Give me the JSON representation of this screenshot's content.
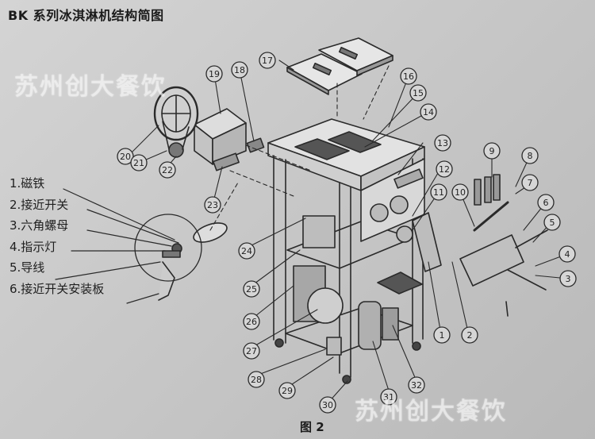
{
  "title": "BK 系列冰淇淋机结构简图",
  "watermark": "苏州创大餐饮",
  "figure_caption": "图 2",
  "legend": [
    "1.磁铁",
    "2.接近开关",
    "3.六角螺母",
    "4.指示灯",
    "5.导线",
    "6.接近开关安装板"
  ],
  "callouts": [
    "1",
    "2",
    "3",
    "4",
    "5",
    "6",
    "7",
    "8",
    "9",
    "10",
    "11",
    "12",
    "13",
    "14",
    "15",
    "16",
    "17",
    "18",
    "19",
    "20",
    "21",
    "22",
    "23",
    "24",
    "25",
    "26",
    "27",
    "28",
    "29",
    "30",
    "31",
    "32"
  ]
}
